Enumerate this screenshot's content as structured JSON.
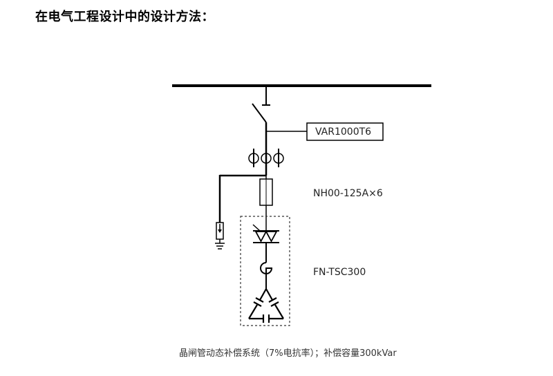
{
  "page": {
    "title": "在电气工程设计中的设计方法："
  },
  "diagram": {
    "meter_label": "VAR1000T6",
    "fuse_label": "NH00-125A×6",
    "tsc_label": "FN-TSC300",
    "caption": "晶闸管动态补偿系统（7%电抗率）；补偿容量300kVar"
  }
}
